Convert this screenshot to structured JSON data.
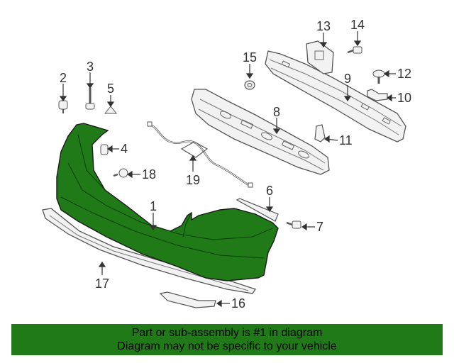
{
  "diagram": {
    "callouts": [
      {
        "id": "1",
        "label": "1"
      },
      {
        "id": "2",
        "label": "2"
      },
      {
        "id": "3",
        "label": "3"
      },
      {
        "id": "4",
        "label": "4"
      },
      {
        "id": "5",
        "label": "5"
      },
      {
        "id": "6",
        "label": "6"
      },
      {
        "id": "7",
        "label": "7"
      },
      {
        "id": "8",
        "label": "8"
      },
      {
        "id": "9",
        "label": "9"
      },
      {
        "id": "10",
        "label": "10"
      },
      {
        "id": "11",
        "label": "11"
      },
      {
        "id": "12",
        "label": "12"
      },
      {
        "id": "13",
        "label": "13"
      },
      {
        "id": "14",
        "label": "14"
      },
      {
        "id": "15",
        "label": "15"
      },
      {
        "id": "16",
        "label": "16"
      },
      {
        "id": "17",
        "label": "17"
      },
      {
        "id": "18",
        "label": "18"
      },
      {
        "id": "19",
        "label": "19"
      }
    ],
    "highlighted_part": "1",
    "colors": {
      "highlight": "#1f7a17",
      "line": "#555555",
      "part_fill": "#f2f2f2",
      "banner": "#1f7a17"
    }
  },
  "footer": {
    "line1": "Part or sub-assembly is #1 in diagram",
    "line2": "Diagram may not be specific to your vehicle"
  }
}
